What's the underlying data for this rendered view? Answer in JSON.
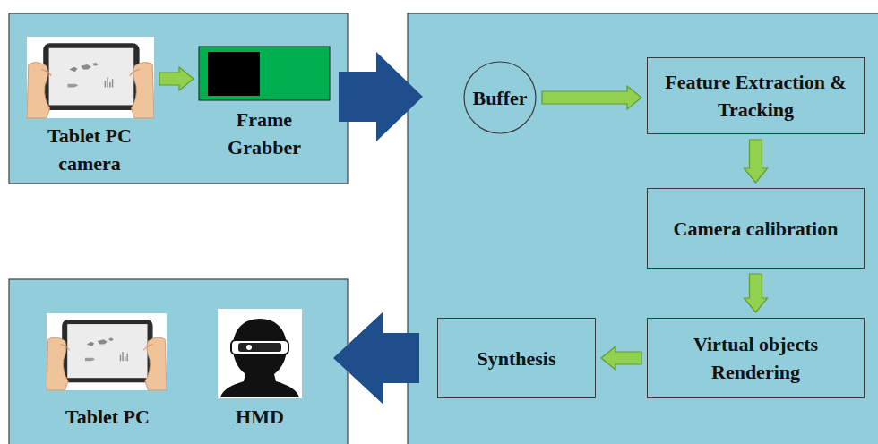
{
  "diagram": {
    "nodes": [
      {
        "text": [
          "Tablet PC camera"
        ]
      },
      {
        "text": [
          "Frame Grabber"
        ]
      },
      {
        "text": [
          "Buffer"
        ]
      },
      {
        "text": [
          "Feature Extraction & Tracking"
        ]
      },
      {
        "text": [
          "Camera calibration"
        ]
      },
      {
        "text": [
          "Virtual objects Rendering"
        ]
      },
      {
        "text": [
          "Synthesis"
        ]
      },
      {
        "text": [
          "Tablet PC"
        ]
      },
      {
        "text": [
          "HMD"
        ]
      }
    ],
    "edges": [
      {
        "from": 0,
        "to": 1,
        "arrow": "to"
      },
      {
        "from": 2,
        "to": 3,
        "arrow": "to"
      },
      {
        "from": 3,
        "to": 4,
        "arrow": "to"
      },
      {
        "from": 4,
        "to": 5,
        "arrow": "to"
      },
      {
        "from": 5,
        "to": 6,
        "arrow": "to"
      }
    ]
  }
}
